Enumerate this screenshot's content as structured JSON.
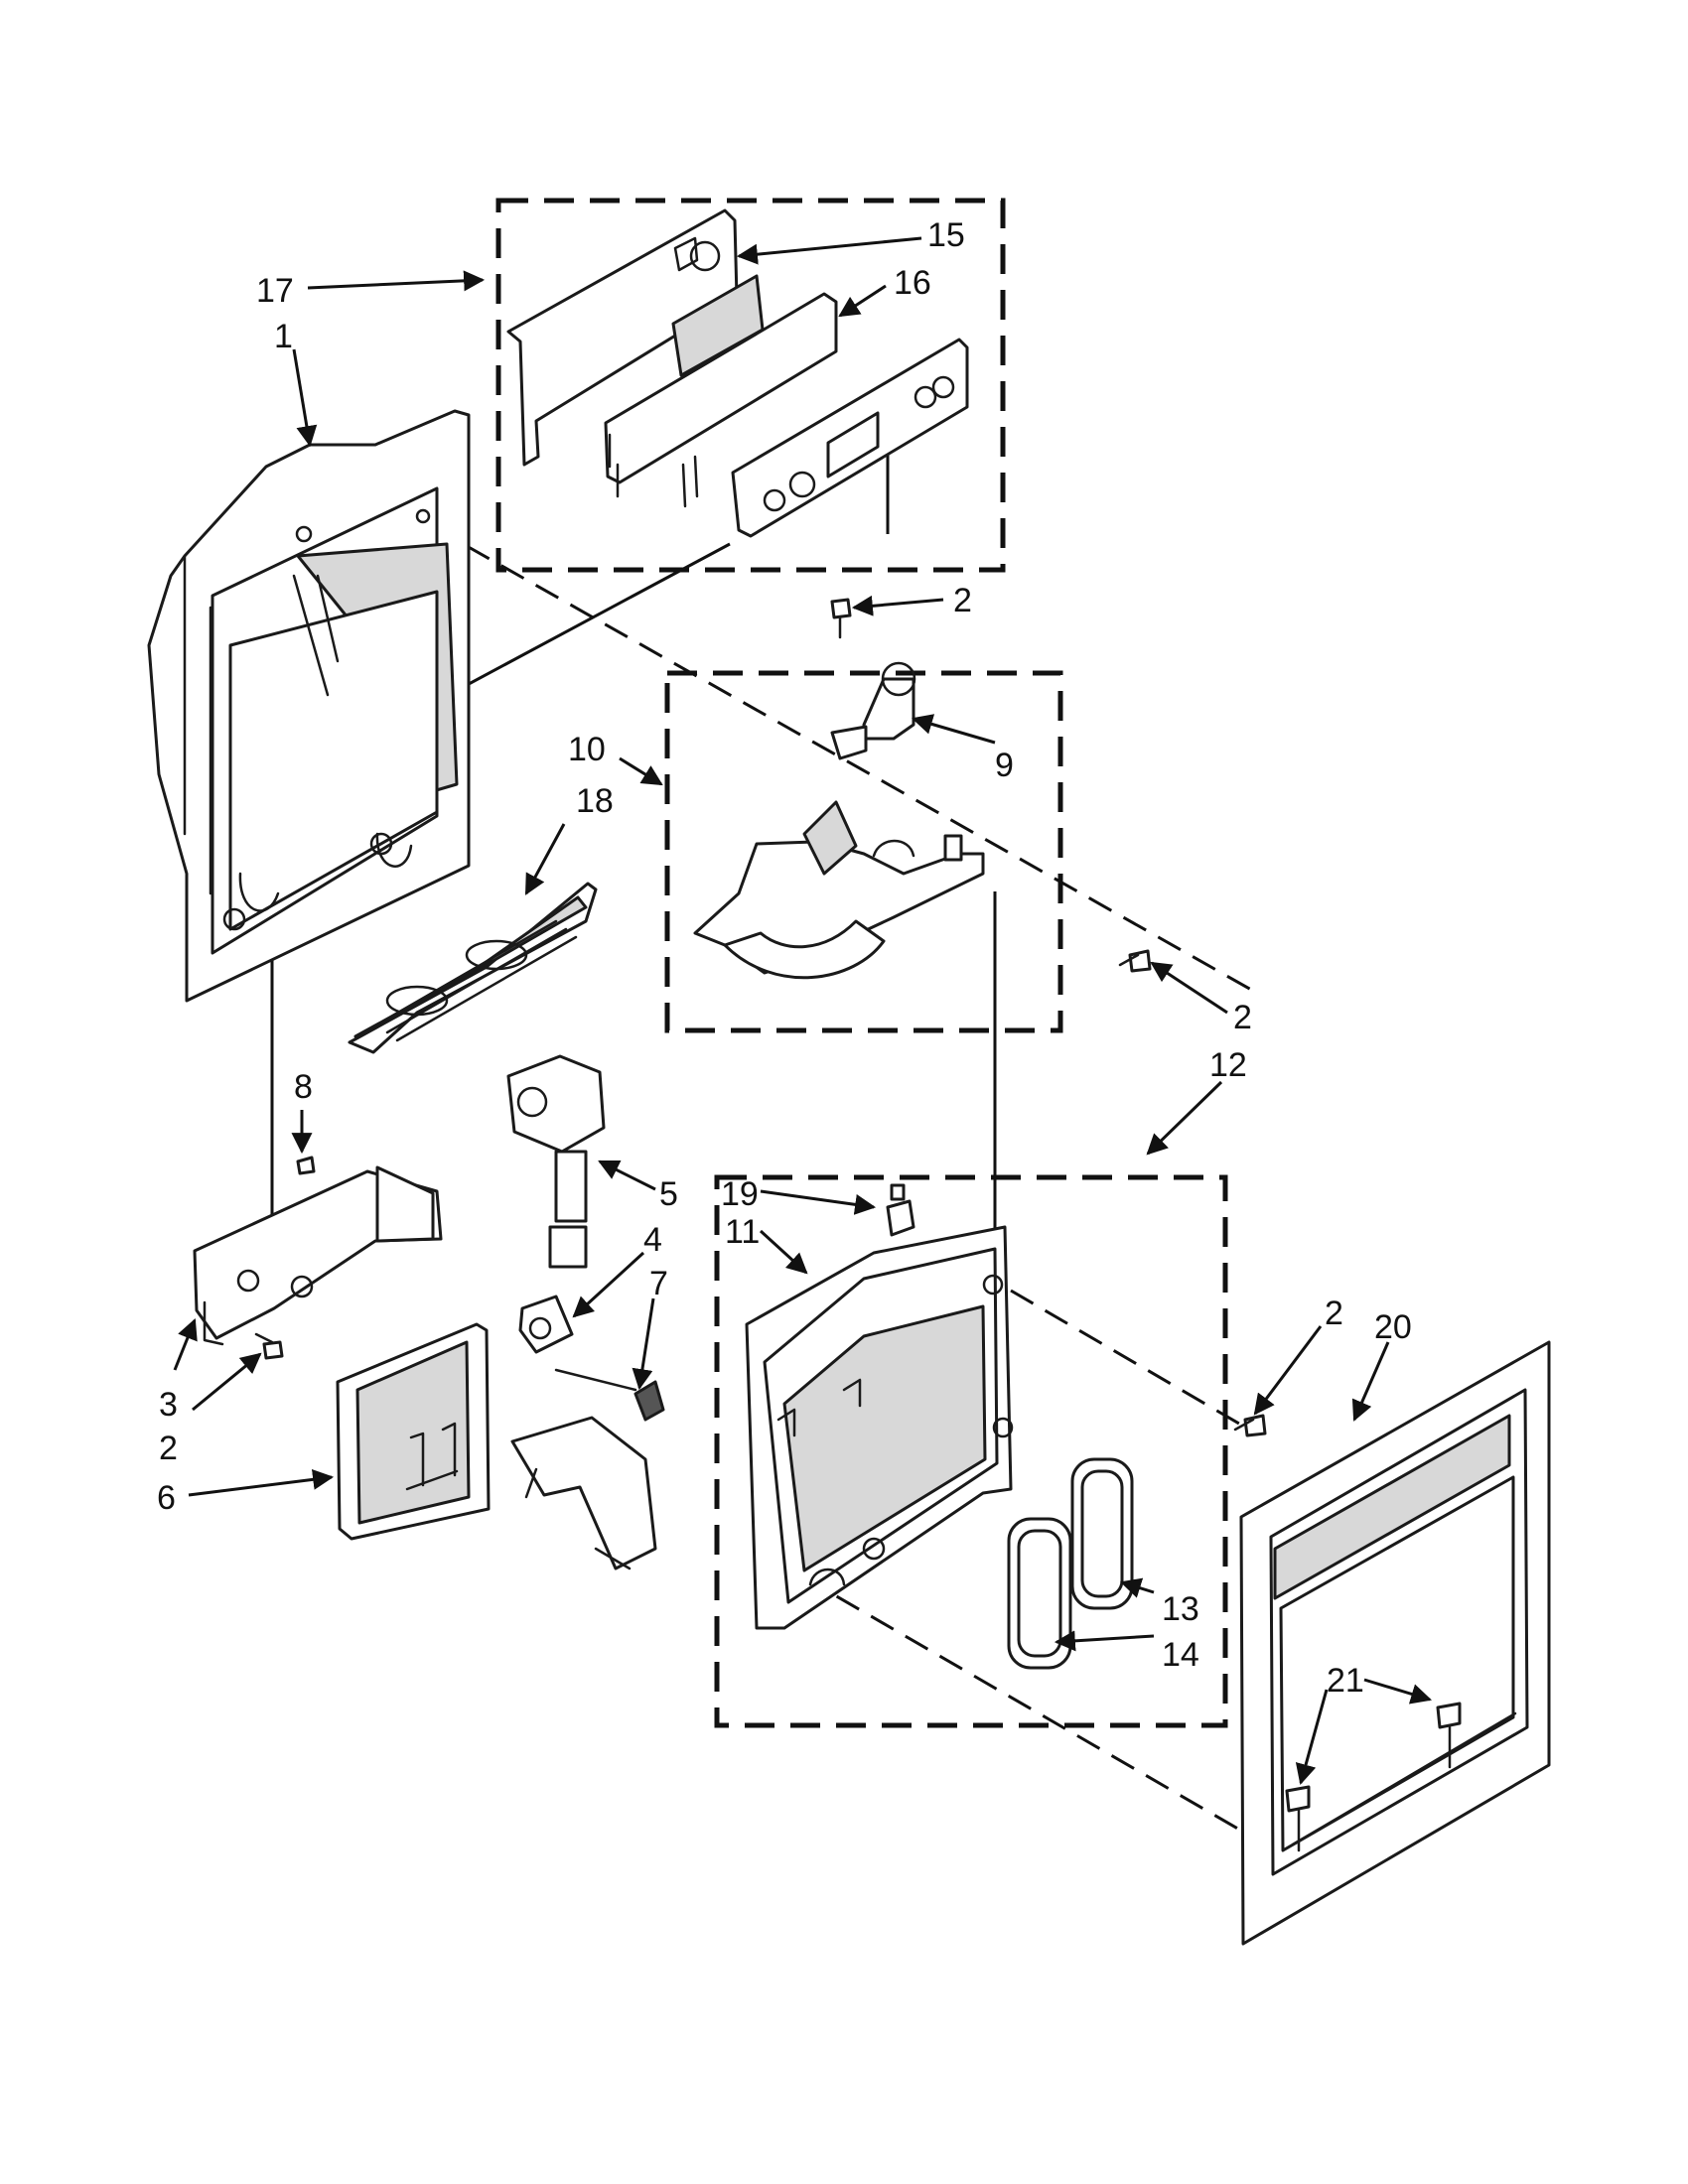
{
  "callouts": {
    "c1": "1",
    "c2a": "2",
    "c2b": "2",
    "c2c": "2",
    "c2d": "2",
    "c3": "3",
    "c4": "4",
    "c5": "5",
    "c6": "6",
    "c7": "7",
    "c8": "8",
    "c9": "9",
    "c10": "10",
    "c11": "11",
    "c12": "12",
    "c13": "13",
    "c14": "14",
    "c15": "15",
    "c16": "16",
    "c17": "17",
    "c18": "18",
    "c19": "19",
    "c20": "20",
    "c21": "21"
  }
}
